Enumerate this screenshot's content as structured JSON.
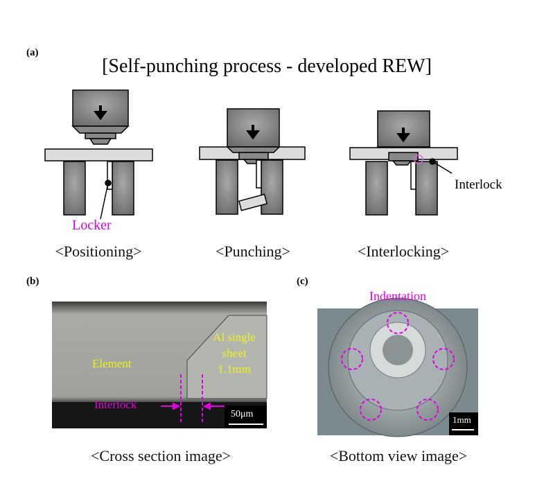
{
  "panel_a": {
    "label": "(a)",
    "title": "[Self-punching process - developed REW]",
    "steps": [
      {
        "caption": "<Positioning>"
      },
      {
        "caption": "<Punching>"
      },
      {
        "caption": "<Interlocking>"
      }
    ],
    "locker_label": "Locker",
    "interlock_label": "Interlock"
  },
  "panel_b": {
    "label": "(b)",
    "element_label": "Element",
    "sheet_label_1": "Al single",
    "sheet_label_2": "sheet",
    "sheet_label_3": "1.1mm",
    "interlock_label": "Interlock",
    "scale_bar": "50μm",
    "caption": "<Cross section image>"
  },
  "panel_c": {
    "label": "(c)",
    "indentation_label": "Indentation",
    "scale_bar": "1mm",
    "caption": "<Bottom view image>"
  },
  "colors": {
    "magenta": "#e000e0",
    "yellow": "#f0f020",
    "steel": "#7a7a7a",
    "sheet": "#dcdcdc"
  }
}
